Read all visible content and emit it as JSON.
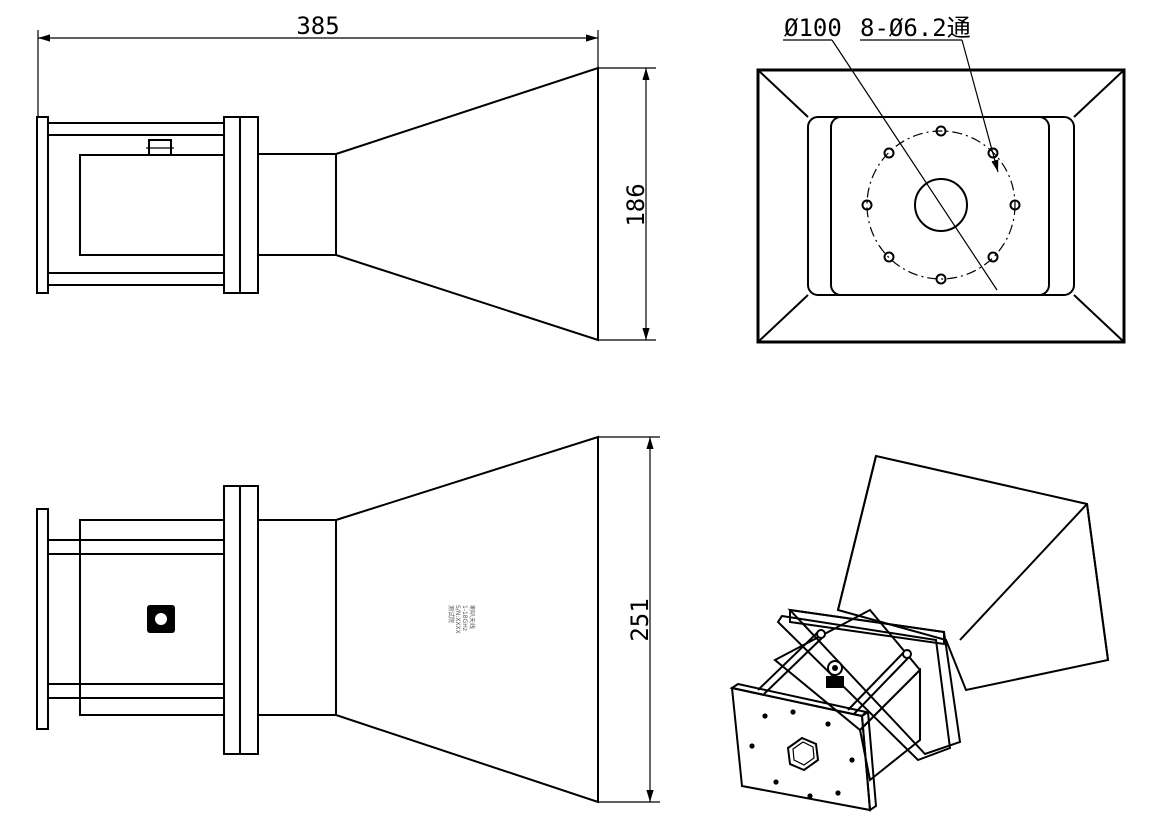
{
  "views": {
    "side_top": {
      "length_dim": "385",
      "height_dim": "186"
    },
    "front": {
      "bore_dim": "Ø100",
      "holes_dim": "8-Ø6.2通"
    },
    "side_bottom": {
      "height_dim": "251",
      "label_lines": [
        "喇叭天线",
        "1-18GHz",
        "S/N:XXXX",
        "测试院"
      ]
    }
  },
  "colors": {
    "line": "#000000",
    "background": "#ffffff"
  }
}
